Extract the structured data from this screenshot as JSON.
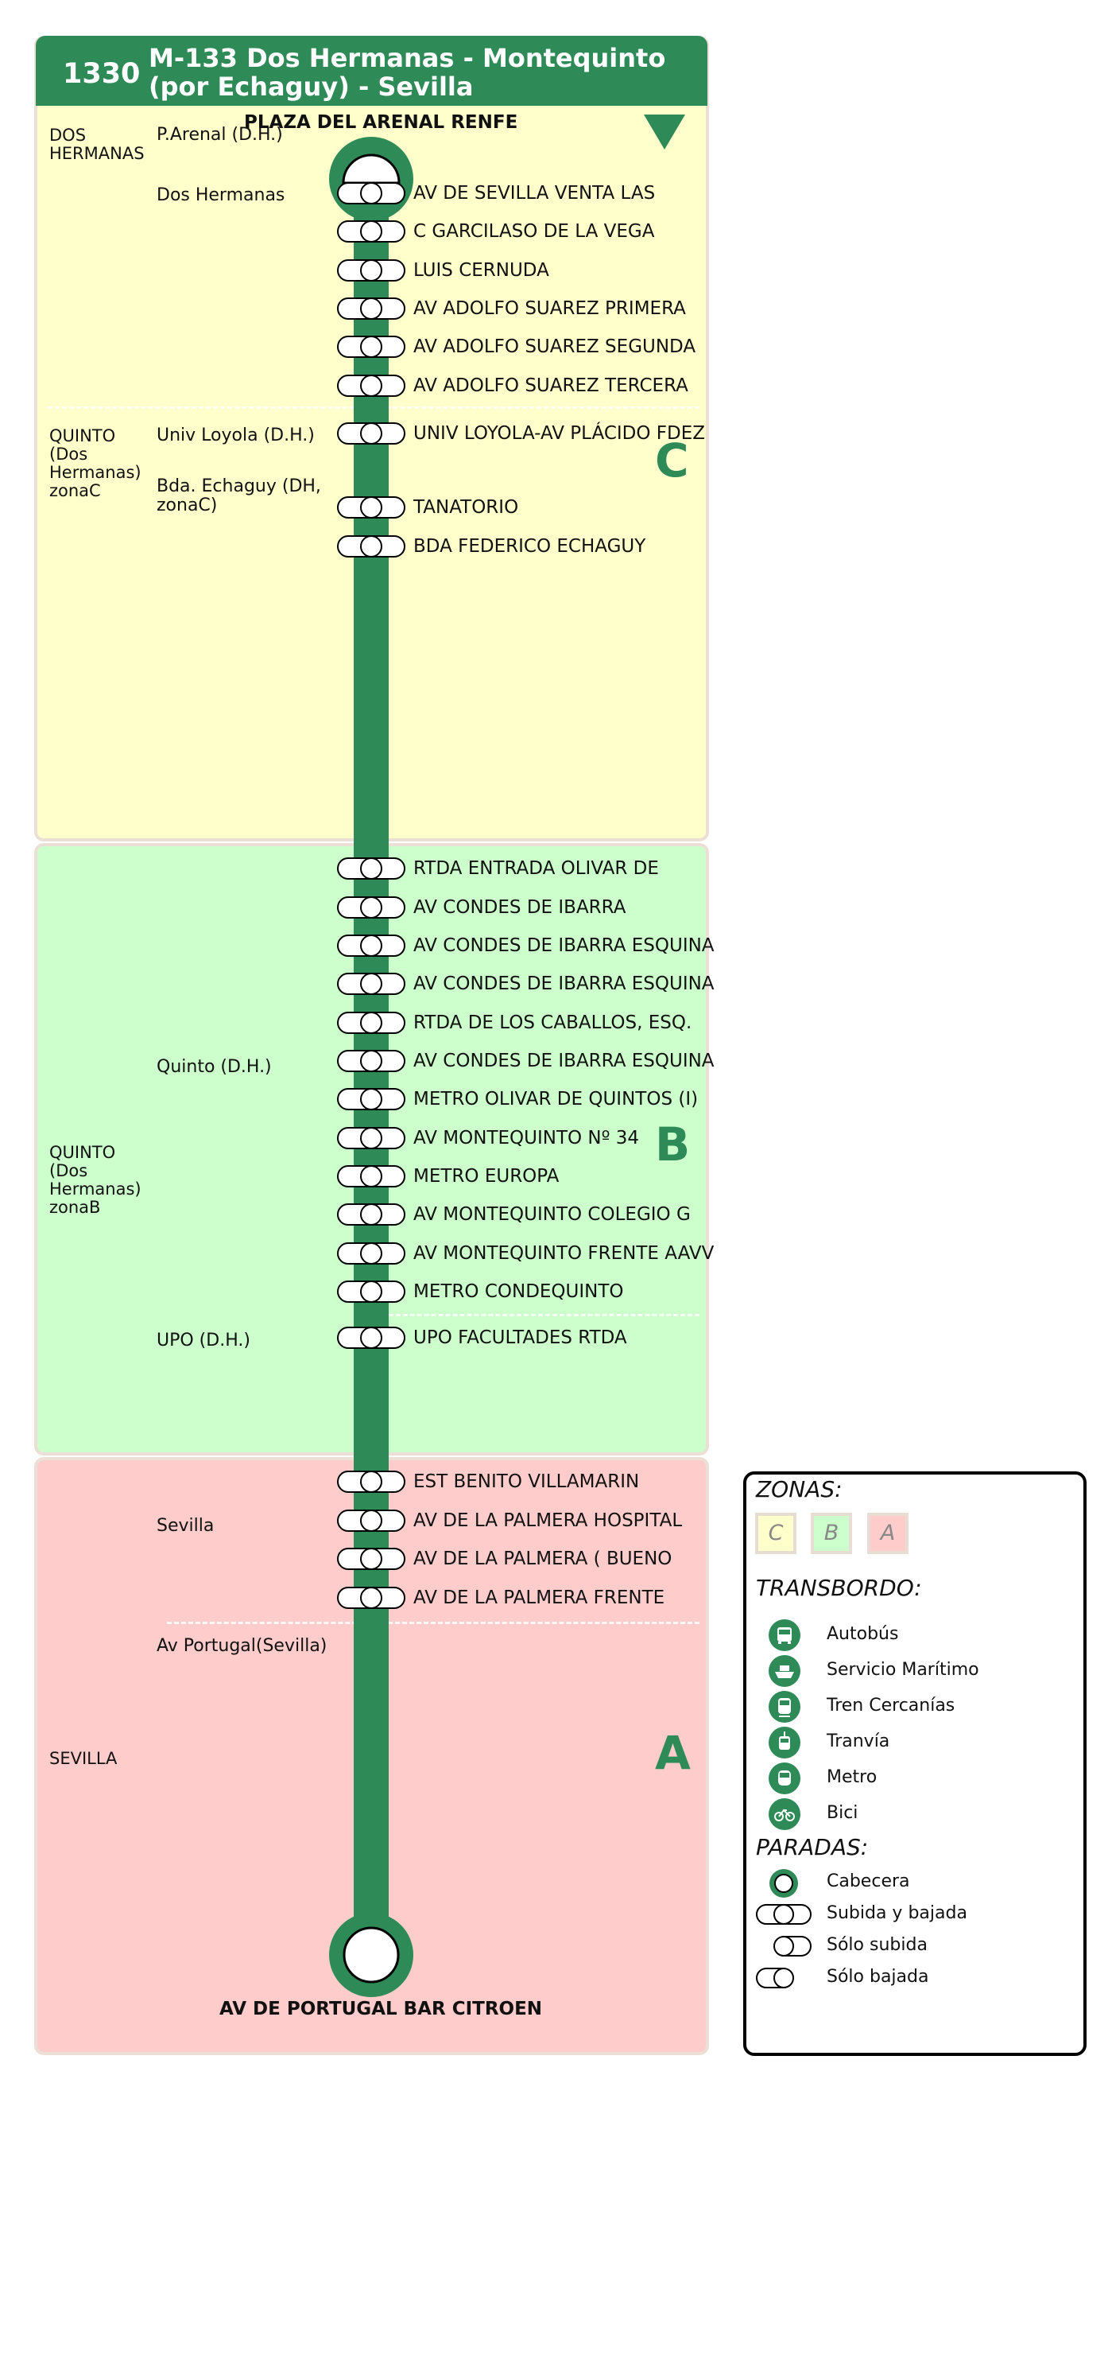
{
  "route": {
    "code": "1330",
    "name": "M-133 Dos Hermanas - Montequinto\n(por Echaguy) - Sevilla"
  },
  "colors": {
    "route_green": "#2e8b57",
    "zone_c": "#ffffcc",
    "zone_b": "#ccffcc",
    "zone_a": "#ffcccc"
  },
  "terminals": {
    "start": "PLAZA DEL ARENAL RENFE",
    "end": "AV DE PORTUGAL BAR CITROEN"
  },
  "zones": [
    {
      "letter": "C",
      "name": "DOS\nHERMANAS"
    },
    {
      "letter": "C",
      "name": "QUINTO\n(Dos\nHermanas)\nzonaC"
    },
    {
      "letter": "B",
      "name": "QUINTO\n(Dos\nHermanas)\nzonaB"
    },
    {
      "letter": "A",
      "name": "SEVILLA"
    }
  ],
  "municipalities": [
    "P.Arenal (D.H.)",
    "Dos Hermanas",
    "Univ Loyola (D.H.)",
    "Bda. Echaguy (DH,\nzonaC)",
    "Quinto (D.H.)",
    "UPO (D.H.)",
    "Sevilla",
    "Av Portugal(Sevilla)"
  ],
  "stops": [
    "AV DE SEVILLA VENTA LAS",
    "C GARCILASO DE LA VEGA",
    "LUIS CERNUDA",
    "AV ADOLFO SUAREZ PRIMERA",
    "AV ADOLFO SUAREZ SEGUNDA",
    "AV ADOLFO SUAREZ TERCERA",
    "UNIV LOYOLA-AV PLÁCIDO FDEZ",
    "TANATORIO",
    "BDA FEDERICO ECHAGUY",
    "RTDA ENTRADA OLIVAR DE",
    "AV CONDES DE IBARRA",
    "AV CONDES DE IBARRA ESQUINA",
    "AV CONDES DE IBARRA ESQUINA",
    "RTDA DE LOS CABALLOS, ESQ.",
    "AV CONDES DE IBARRA ESQUINA",
    "METRO OLIVAR DE QUINTOS (I)",
    "AV MONTEQUINTO Nº 34",
    "METRO EUROPA",
    "AV MONTEQUINTO COLEGIO G",
    "AV MONTEQUINTO FRENTE AAVV",
    "METRO CONDEQUINTO",
    "UPO FACULTADES RTDA",
    "EST BENITO VILLAMARIN",
    "AV DE LA PALMERA HOSPITAL",
    "AV DE LA PALMERA  ( BUENO",
    "AV DE LA PALMERA FRENTE"
  ],
  "legend": {
    "zones_title": "ZONAS:",
    "zone_letters": [
      "C",
      "B",
      "A"
    ],
    "transfer_title": "TRANSBORDO:",
    "transfers": [
      {
        "label": "Autobús",
        "icon": "bus-icon"
      },
      {
        "label": "Servicio Marítimo",
        "icon": "ship-icon"
      },
      {
        "label": "Tren Cercanías",
        "icon": "train-icon"
      },
      {
        "label": "Tranvía",
        "icon": "tram-icon"
      },
      {
        "label": "Metro",
        "icon": "metro-icon"
      },
      {
        "label": "Bici",
        "icon": "bike-icon"
      }
    ],
    "stops_title": "PARADAS:",
    "stop_types": [
      "Cabecera",
      "Subida y bajada",
      "Sólo subida",
      "Sólo bajada"
    ]
  }
}
